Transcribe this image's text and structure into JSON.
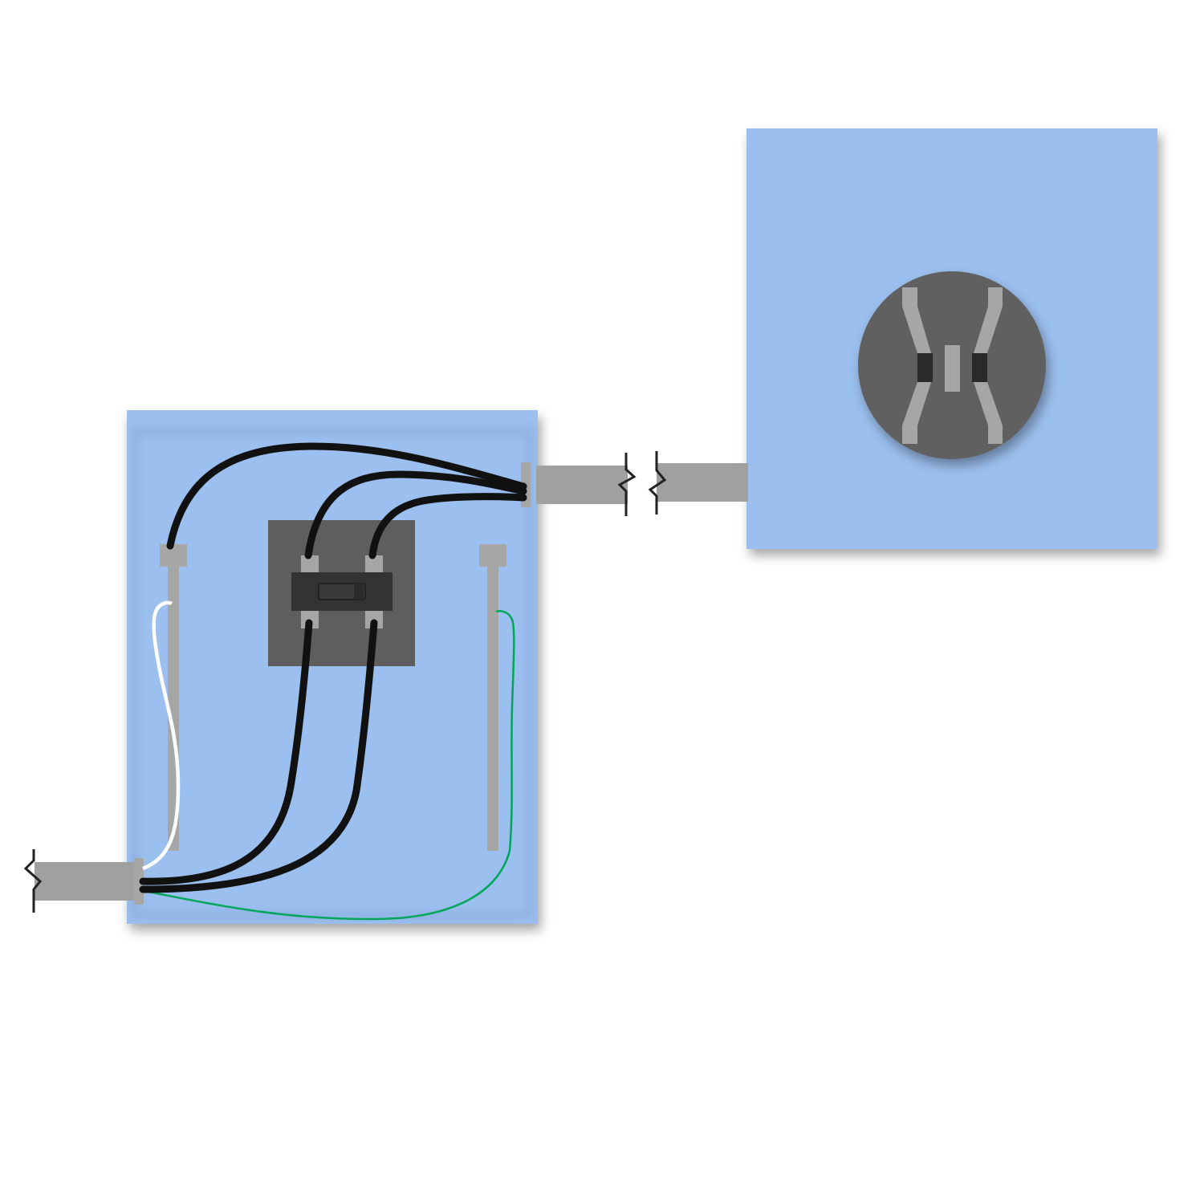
{
  "diagram": {
    "title": "",
    "colors": {
      "background": "#ffffff",
      "box_fill": "#9bbfee",
      "box_inner": "#9bbfee",
      "box_edge": "#86a9d8",
      "cable": "#a0a0a0",
      "terminal": "#a6a6a6",
      "switch_plate": "#5e5e5e",
      "switch_body": "#333333",
      "receptacle_face": "#616161",
      "receptacle_slot": "#2a2a2a",
      "hot_wire": "#111111",
      "neutral_wire": "#ffffff",
      "ground_wire": "#00a65a",
      "break_mark": "#222222"
    },
    "components": [
      {
        "id": "switch-box",
        "kind": "junction box with 4-way switch"
      },
      {
        "id": "receptacle-box",
        "kind": "junction box with 3-prong receptacle"
      },
      {
        "id": "cable-in",
        "kind": "feed cable with break marks"
      },
      {
        "id": "cable-out",
        "kind": "cable to receptacle with break marks"
      }
    ],
    "wires": [
      {
        "id": "wire-neutral",
        "color_key": "neutral_wire"
      },
      {
        "id": "wire-ground",
        "color_key": "ground_wire"
      },
      {
        "id": "wire-hot-1",
        "color_key": "hot_wire"
      },
      {
        "id": "wire-hot-2",
        "color_key": "hot_wire"
      },
      {
        "id": "wire-hot-3",
        "color_key": "hot_wire"
      },
      {
        "id": "wire-hot-4",
        "color_key": "hot_wire"
      },
      {
        "id": "wire-hot-5",
        "color_key": "hot_wire"
      }
    ]
  }
}
